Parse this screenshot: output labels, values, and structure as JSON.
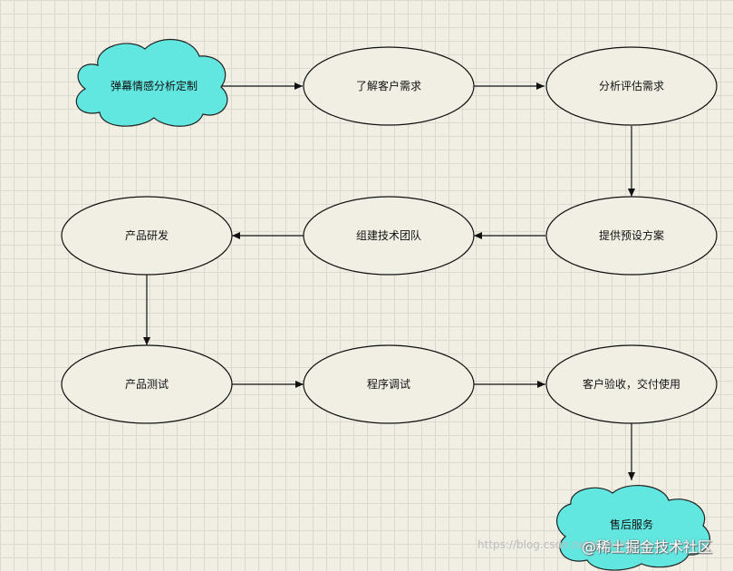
{
  "nodes": {
    "start": "弹幕情感分析定制",
    "understand": "了解客户需求",
    "analyze": "分析评估需求",
    "plan": "提供预设方案",
    "team": "组建技术团队",
    "develop": "产品研发",
    "test": "产品测试",
    "debug": "程序调试",
    "accept": "客户验收，交付使用",
    "service": "售后服务"
  },
  "colors": {
    "cloud_fill": "#62e6e0",
    "background": "#f1efe4",
    "grid": "#dcdad0",
    "stroke": "#111111"
  },
  "watermark": {
    "url": "https://blog.csdn.net/weixin_4",
    "brand": "@稀土掘金技术社区"
  }
}
